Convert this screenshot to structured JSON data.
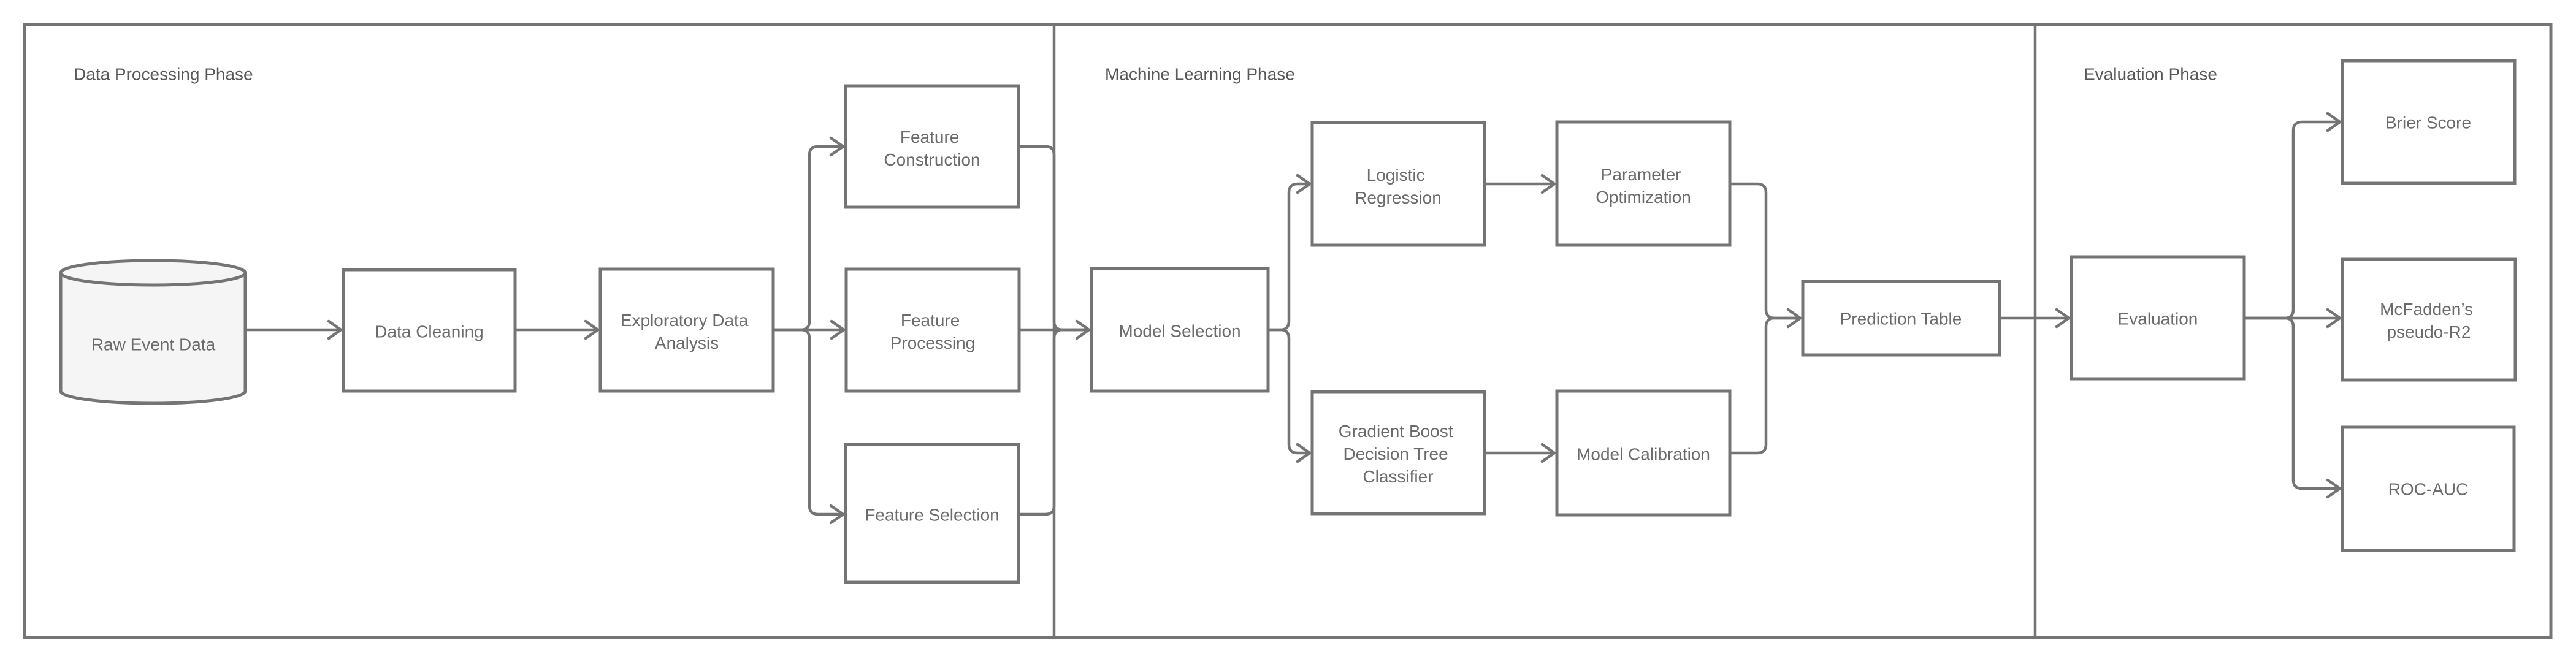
{
  "diagram": {
    "type": "flowchart",
    "background": "#ffffff",
    "colors": {
      "stroke": "#747474",
      "node_fill": "#ffffff",
      "cylinder_fill": "#f5f5f5",
      "node_text": "#6b6b6b",
      "phase_text": "#585858"
    },
    "phases": [
      {
        "label": "Data Processing Phase"
      },
      {
        "label": "Machine Learning Phase"
      },
      {
        "label": "Evaluation Phase"
      }
    ],
    "nodes": {
      "raw_event_data": {
        "label": "Raw Event Data",
        "shape": "cylinder",
        "lines": [
          "Raw Event Data"
        ]
      },
      "data_cleaning": {
        "label": "Data Cleaning",
        "shape": "rect",
        "lines": [
          "Data Cleaning"
        ]
      },
      "exploratory": {
        "label": "Exploratory Data Analysis",
        "shape": "rect",
        "lines": [
          "Exploratory Data",
          "Analysis"
        ]
      },
      "feature_construction": {
        "label": "Feature Construction",
        "shape": "rect",
        "lines": [
          "Feature",
          "Construction"
        ]
      },
      "feature_processing": {
        "label": "Feature Processing",
        "shape": "rect",
        "lines": [
          "Feature",
          "Processing"
        ]
      },
      "feature_selection": {
        "label": "Feature Selection",
        "shape": "rect",
        "lines": [
          "Feature Selection"
        ]
      },
      "model_selection": {
        "label": "Model Selection",
        "shape": "rect",
        "lines": [
          "Model Selection"
        ]
      },
      "logistic_regression": {
        "label": "Logistic Regression",
        "shape": "rect",
        "lines": [
          "Logistic",
          "Regression"
        ]
      },
      "parameter_optimization": {
        "label": "Parameter Optimization",
        "shape": "rect",
        "lines": [
          "Parameter",
          "Optimization"
        ]
      },
      "gbdt_classifier": {
        "label": "Gradient Boost Decision Tree Classifier",
        "shape": "rect",
        "lines": [
          "Gradient Boost",
          "Decision Tree",
          "Classifier"
        ]
      },
      "model_calibration": {
        "label": "Model Calibration",
        "shape": "rect",
        "lines": [
          "Model Calibration"
        ]
      },
      "prediction_table": {
        "label": "Prediction Table",
        "shape": "rect",
        "lines": [
          "Prediction Table"
        ]
      },
      "evaluation": {
        "label": "Evaluation",
        "shape": "rect",
        "lines": [
          "Evaluation"
        ]
      },
      "brier_score": {
        "label": "Brier Score",
        "shape": "rect",
        "lines": [
          "Brier Score"
        ]
      },
      "mcfaddens_pseudo_r2": {
        "label": "McFadden’s pseudo-R2",
        "shape": "rect",
        "lines": [
          "McFadden’s",
          "pseudo-R2"
        ]
      },
      "roc_auc": {
        "label": "ROC-AUC",
        "shape": "rect",
        "lines": [
          "ROC-AUC"
        ]
      }
    },
    "edges": [
      {
        "from": "raw_event_data",
        "to": "data_cleaning"
      },
      {
        "from": "data_cleaning",
        "to": "exploratory"
      },
      {
        "from": "exploratory",
        "to": "feature_construction"
      },
      {
        "from": "exploratory",
        "to": "feature_processing"
      },
      {
        "from": "exploratory",
        "to": "feature_selection"
      },
      {
        "from": "feature_construction",
        "to": "model_selection"
      },
      {
        "from": "feature_processing",
        "to": "model_selection"
      },
      {
        "from": "feature_selection",
        "to": "model_selection"
      },
      {
        "from": "model_selection",
        "to": "logistic_regression"
      },
      {
        "from": "model_selection",
        "to": "gbdt_classifier"
      },
      {
        "from": "logistic_regression",
        "to": "parameter_optimization"
      },
      {
        "from": "gbdt_classifier",
        "to": "model_calibration"
      },
      {
        "from": "parameter_optimization",
        "to": "prediction_table"
      },
      {
        "from": "model_calibration",
        "to": "prediction_table"
      },
      {
        "from": "prediction_table",
        "to": "evaluation"
      },
      {
        "from": "evaluation",
        "to": "brier_score"
      },
      {
        "from": "evaluation",
        "to": "mcfaddens_pseudo_r2"
      },
      {
        "from": "evaluation",
        "to": "roc_auc"
      }
    ]
  }
}
